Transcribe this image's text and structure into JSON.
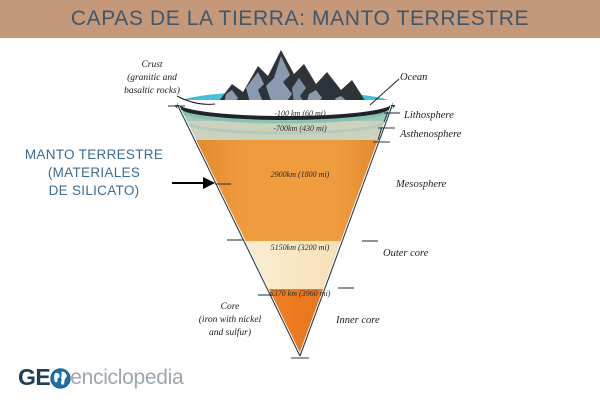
{
  "header": {
    "title": "CAPAS DE LA TIERRA: MANTO TERRESTRE",
    "bg_color": "#c49878",
    "text_color": "#3a5872"
  },
  "mantle_callout": {
    "line1": "MANTO TERRESTRE",
    "line2": "(MATERIALES",
    "line3": "DE SILICATO)",
    "color": "#3a6b93",
    "arrow": "arrow-right-icon"
  },
  "left_labels": {
    "crust": {
      "line1": "Crust",
      "line2": "(granitic and",
      "line3": "basaltic rocks)"
    },
    "core": {
      "line1": "Core",
      "line2": "(iron with nickel",
      "line3": "and sulfur)"
    }
  },
  "right_labels": [
    {
      "name": "ocean",
      "text": "Ocean"
    },
    {
      "name": "lithosphere",
      "text": "Lithosphere"
    },
    {
      "name": "asthenosphere",
      "text": "Asthenosphere"
    },
    {
      "name": "mesosphere",
      "text": "Mesosphere"
    },
    {
      "name": "outer-core",
      "text": "Outer core"
    },
    {
      "name": "inner-core",
      "text": "Inner core"
    }
  ],
  "depth_labels": [
    {
      "name": "depth-lithosphere",
      "text": "-100 km (60 mi)"
    },
    {
      "name": "depth-asthenosphere",
      "text": "-700km (430 mi)"
    },
    {
      "name": "depth-mesosphere",
      "text": "2900km (1800 mi)"
    },
    {
      "name": "depth-outer-core",
      "text": "5150km (3200 mi)"
    },
    {
      "name": "depth-inner-core",
      "text": "6370 km (3960 mi)"
    }
  ],
  "layer_colors": {
    "ocean": "#4cc3d9",
    "crust_line": "#20242a",
    "lithosphere": "#9fc9b8",
    "asthenosphere": "#cdd2bc",
    "mantle_top": "#e98c2e",
    "mantle_bottom": "#f0a349",
    "outer_core": "#f8e2bb",
    "inner_core": "#e8701c",
    "mountain_dark": "#2e3338",
    "mountain_face": "#8a9bb0",
    "outline": "#2b3a4a"
  },
  "logo": {
    "geo": "GE",
    "globe_icon": "globe-icon",
    "enciclopedia": "enciclopedia",
    "geo_color": "#1f3d56",
    "enc_color": "#9aa7ae"
  }
}
